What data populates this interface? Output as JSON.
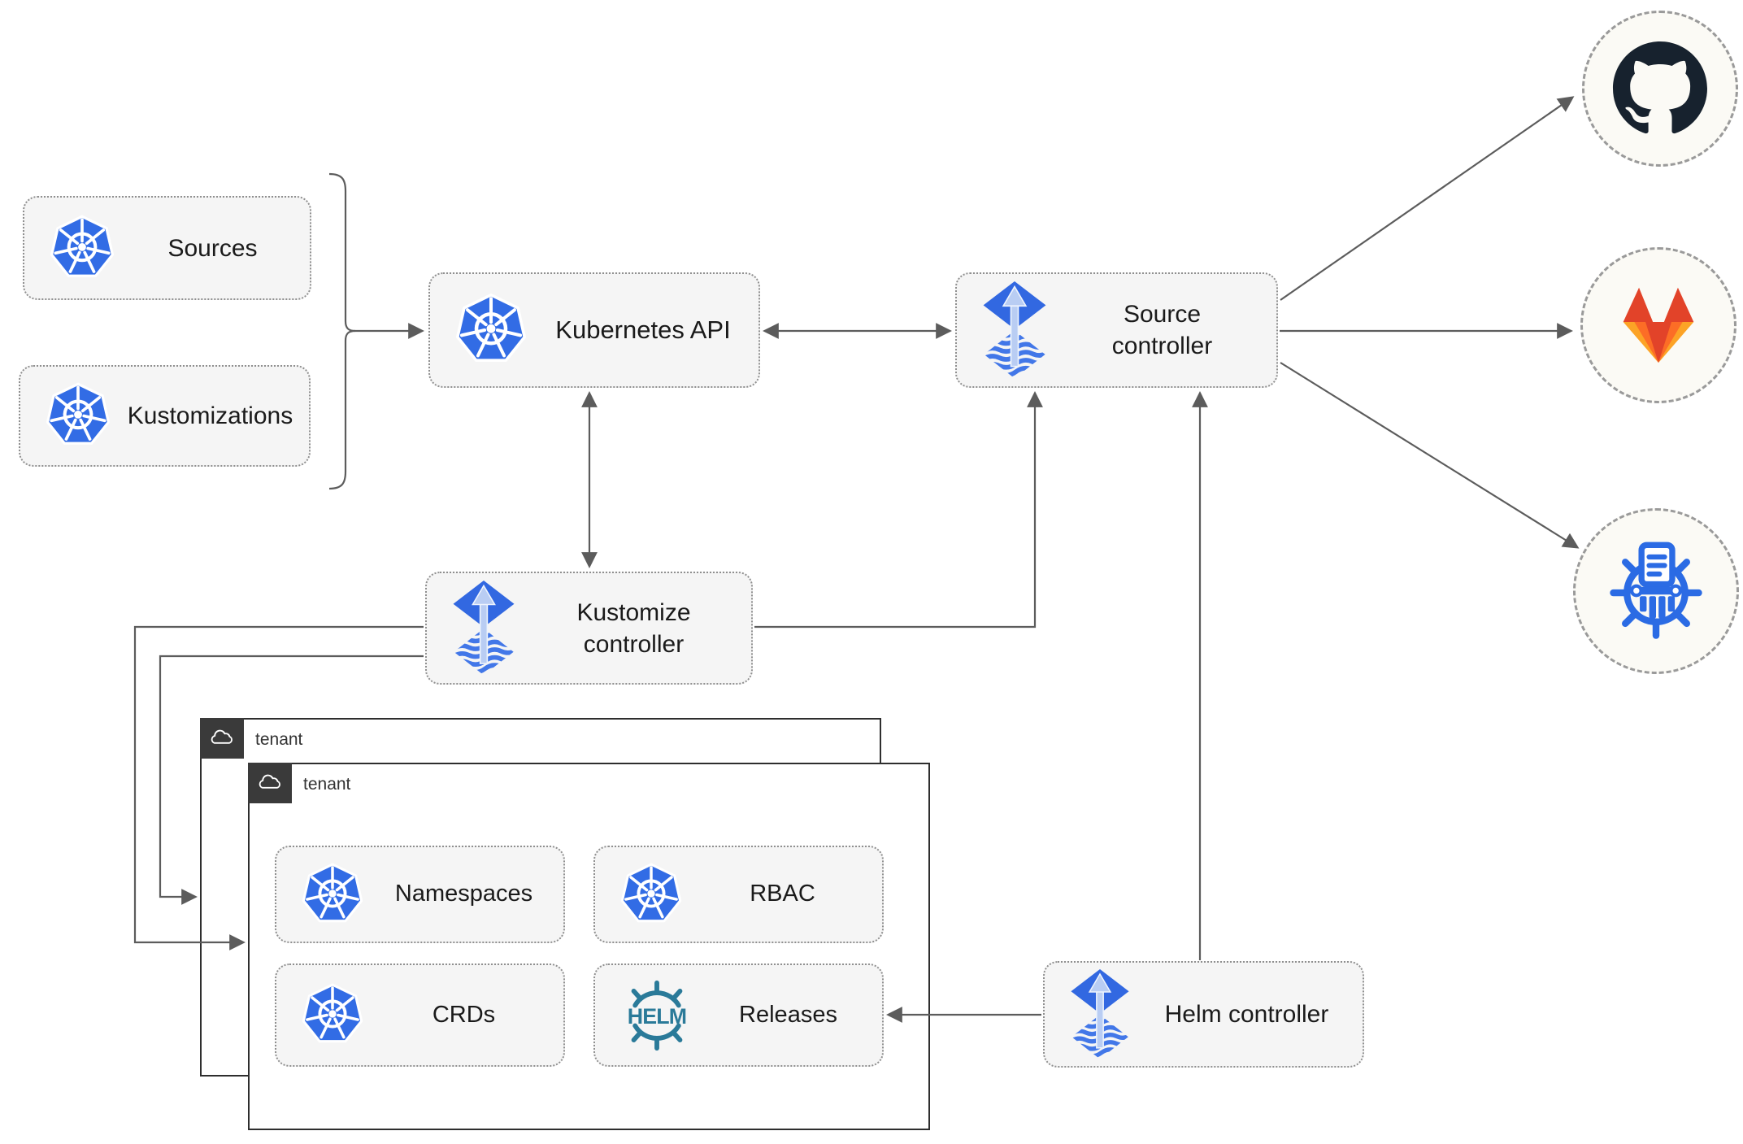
{
  "nodes": {
    "sources": "Sources",
    "kustomizations": "Kustomizations",
    "kubernetes_api": "Kubernetes API",
    "source_controller": "Source controller",
    "kustomize_controller": "Kustomize controller",
    "helm_controller": "Helm controller",
    "tenant_back": "tenant",
    "tenant_front": "tenant",
    "namespaces": "Namespaces",
    "rbac": "RBAC",
    "crds": "CRDs",
    "releases": "Releases"
  },
  "icons": {
    "helm_logo_text": "HELM",
    "kubernetes": "kubernetes-wheel-icon",
    "flux": "flux-arrow-icon",
    "helm": "helm-wheel-icon",
    "github": "github-icon",
    "gitlab": "gitlab-icon",
    "manifest_registry": "manifest-registry-icon",
    "cloud": "cloud-icon"
  },
  "colors": {
    "kubernetes_blue": "#326ce5",
    "flux_blue": "#3268e1",
    "flux_light": "#b9cdf3",
    "helm_teal": "#2a7a99",
    "github_dark": "#17222e",
    "gitlab_red": "#e24329",
    "gitlab_orange": "#fc6d26",
    "gitlab_yellow": "#fca326",
    "registry_blue": "#2b6be4",
    "connector_gray": "#5c5c5c",
    "node_fill": "#f5f5f5",
    "tenant_header": "#3a3a3a"
  },
  "edges": [
    {
      "from": "sources+kustomizations bracket",
      "to": "kubernetes_api",
      "type": "arrow"
    },
    {
      "from": "kubernetes_api",
      "to": "source_controller",
      "type": "double-arrow"
    },
    {
      "from": "kubernetes_api",
      "to": "kustomize_controller",
      "type": "double-arrow"
    },
    {
      "from": "kustomize_controller",
      "to": "source_controller",
      "type": "arrow"
    },
    {
      "from": "helm_controller",
      "to": "source_controller",
      "type": "arrow"
    },
    {
      "from": "helm_controller",
      "to": "releases",
      "type": "arrow"
    },
    {
      "from": "kustomize_controller",
      "to": "tenant_front",
      "type": "arrow"
    },
    {
      "from": "kustomize_controller",
      "to": "tenant_back",
      "type": "arrow"
    },
    {
      "from": "source_controller",
      "to": "github",
      "type": "arrow"
    },
    {
      "from": "source_controller",
      "to": "gitlab",
      "type": "arrow"
    },
    {
      "from": "source_controller",
      "to": "manifest_registry",
      "type": "arrow"
    }
  ]
}
